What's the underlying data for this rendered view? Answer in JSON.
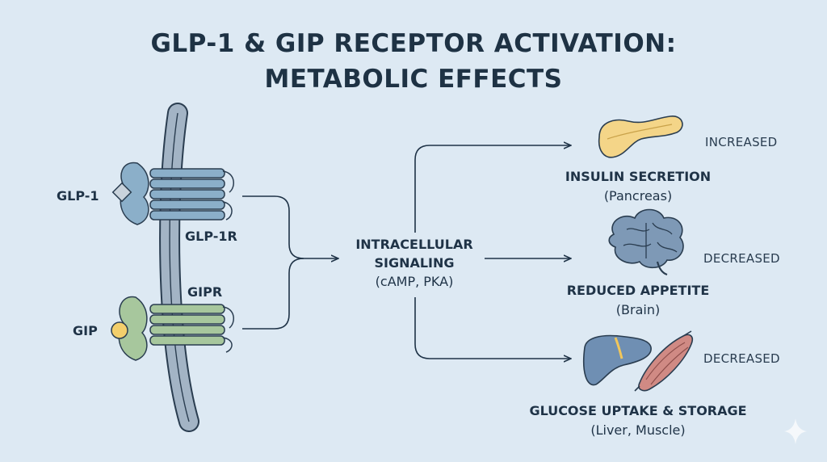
{
  "title": {
    "line1": "GLP-1 & GIP RECEPTOR ACTIVATION:",
    "line2": "METABOLIC EFFECTS"
  },
  "ligands": {
    "glp1": "GLP-1",
    "gip": "GIP"
  },
  "receptors": {
    "glp1r": "GLP-1R",
    "gipr": "GIPR"
  },
  "signaling": {
    "line1": "INTRACELLULAR",
    "line2": "SIGNALING",
    "detail": "(cAMP, PKA)"
  },
  "effects": [
    {
      "title": "INSULIN SECRETION",
      "organ": "(Pancreas)",
      "status": "INCREASED",
      "icon": "pancreas-icon"
    },
    {
      "title": "REDUCED APPETITE",
      "organ": "(Brain)",
      "status": "DECREASED",
      "icon": "brain-icon"
    },
    {
      "title": "GLUCOSE UPTAKE & STORAGE",
      "organ": "(Liver, Muscle)",
      "status": "DECREASED",
      "icon": "liver-muscle-icon"
    }
  ],
  "colors": {
    "background": "#dde9f3",
    "glp1_receptor": "#8bafc9",
    "gip_receptor": "#a7c79d",
    "pancreas": "#f4d588",
    "brain": "#7e99b6",
    "liver": "#6f8fb3",
    "muscle": "#d08a84",
    "membrane": "#9fb0c1",
    "text": "#1f3347"
  }
}
